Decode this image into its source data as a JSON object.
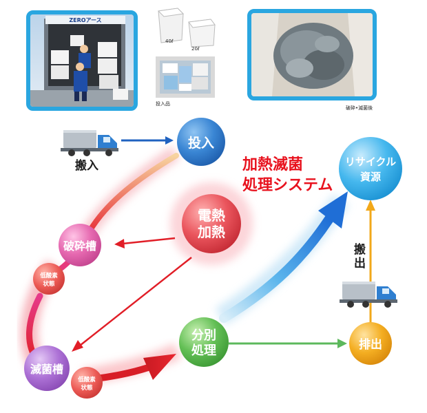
{
  "photos": {
    "truck_sign": "ZEROアース",
    "bin_large_label": "40ℓ",
    "bin_small_label": "20ℓ",
    "input_caption": "投入品",
    "crushed_caption": "破砕•滅菌後"
  },
  "title": {
    "line1": "加熱滅菌",
    "line2": "処理システム"
  },
  "nodes": {
    "input": "投入",
    "heating_1": "電熱",
    "heating_2": "加熱",
    "crusher": "破砕槽",
    "low_oxygen_1_line1": "低酸素",
    "low_oxygen_1_line2": "状態",
    "sterilizer": "滅菌槽",
    "low_oxygen_2_line1": "低酸素",
    "low_oxygen_2_line2": "状態",
    "sorting_1": "分別",
    "sorting_2": "処理",
    "discharge": "排出",
    "recycle_1": "リサイクル",
    "recycle_2": "資源"
  },
  "labels": {
    "carry_in": "搬入",
    "carry_out": "搬出"
  },
  "colors": {
    "input": "#2f7fd0",
    "heating": "#e84b55",
    "crusher": "#e05fa6",
    "low_oxygen": "#e8505a",
    "sterilizer": "#a86ad0",
    "sorting": "#5cb85c",
    "discharge": "#f2a81a",
    "recycle": "#3fb4ea",
    "title": "#e8121e",
    "photo_border": "#2aa6e0"
  }
}
